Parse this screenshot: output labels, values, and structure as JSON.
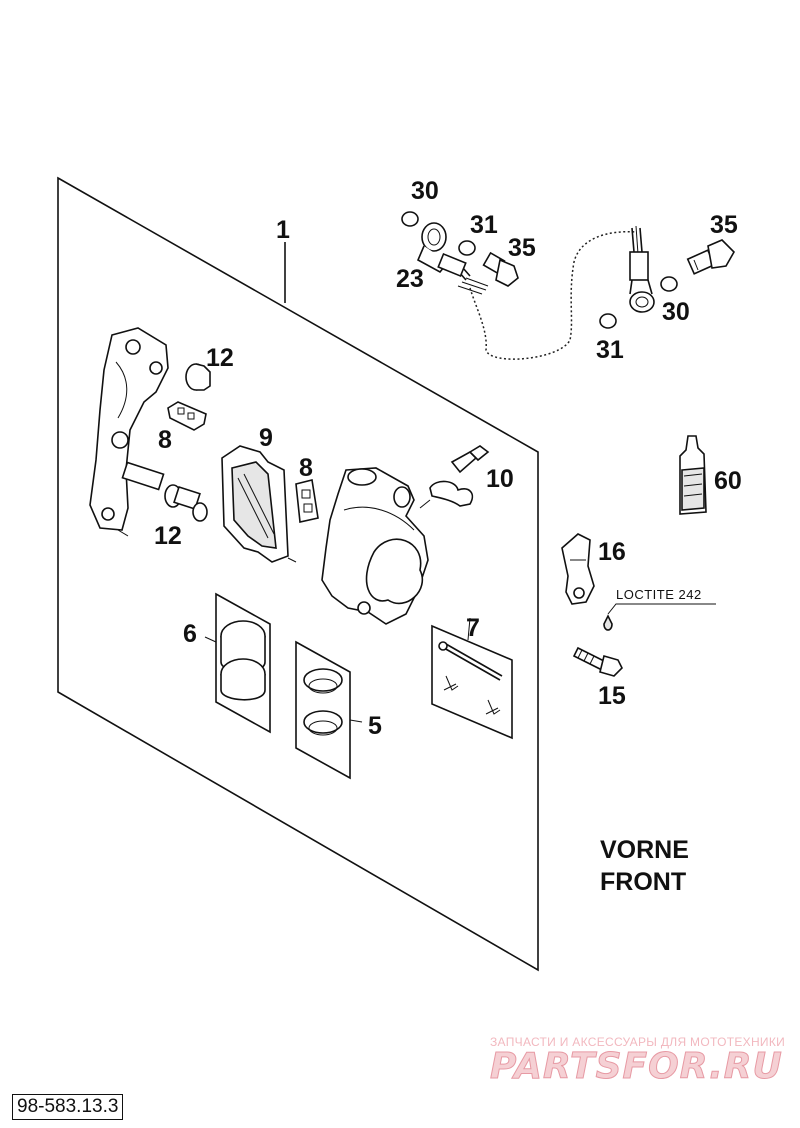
{
  "callouts": {
    "c1": "1",
    "c30a": "30",
    "c31a": "31",
    "c35a": "35",
    "c23": "23",
    "c35b": "35",
    "c30b": "30",
    "c31b": "31",
    "c12a": "12",
    "c8a": "8",
    "c9": "9",
    "c8b": "8",
    "c10": "10",
    "c12b": "12",
    "c60": "60",
    "c16": "16",
    "c6": "6",
    "c7": "7",
    "c5": "5",
    "c15": "15"
  },
  "note": {
    "loctite": "LOCTITE 242"
  },
  "heading": {
    "line1": "VORNE",
    "line2": "FRONT"
  },
  "watermark": {
    "tagline": "ЗАПЧАСТИ И АКСЕССУАРЫ ДЛЯ МОТОТЕХНИКИ",
    "brand": "PARTSFOR.RU"
  },
  "page_code": "98-583.13.3"
}
